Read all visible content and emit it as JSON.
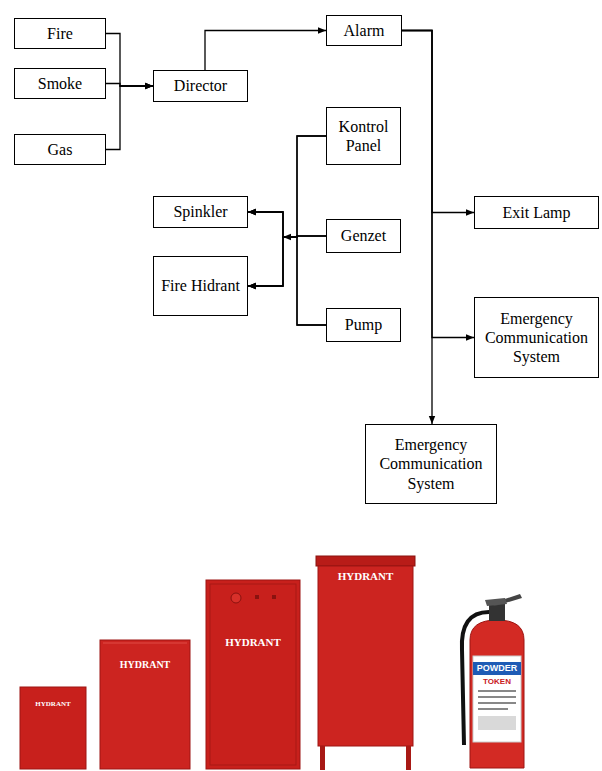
{
  "diagram": {
    "nodes": [
      {
        "text": [
          "Fire"
        ]
      },
      {
        "text": [
          "Smoke"
        ]
      },
      {
        "text": [
          "Gas"
        ]
      },
      {
        "text": [
          "Director"
        ]
      },
      {
        "text": [
          "Alarm"
        ]
      },
      {
        "text": [
          "Kontrol Panel"
        ]
      },
      {
        "text": [
          "Spinkler"
        ]
      },
      {
        "text": [
          "Genzet"
        ]
      },
      {
        "text": [
          "Fire Hidrant"
        ]
      },
      {
        "text": [
          "Pump"
        ]
      },
      {
        "text": [
          "Exit Lamp"
        ]
      },
      {
        "text": [
          "Emergency Communication System"
        ]
      },
      {
        "text": [
          "Emergency Communication System"
        ]
      }
    ],
    "edges": [
      {
        "from": 0,
        "to": 3,
        "arrow": "to"
      },
      {
        "from": 1,
        "to": 3,
        "arrow": "to"
      },
      {
        "from": 2,
        "to": 3,
        "arrow": "to"
      },
      {
        "from": 3,
        "to": 4,
        "arrow": "to"
      },
      {
        "from": 4,
        "to": 10,
        "arrow": "to"
      },
      {
        "from": 4,
        "to": 11,
        "arrow": "to"
      },
      {
        "from": 4,
        "to": 12,
        "arrow": "to"
      },
      {
        "from": 5,
        "to": 6,
        "arrow": "to"
      },
      {
        "from": 5,
        "to": 8,
        "arrow": "to"
      },
      {
        "from": 7,
        "to": 6,
        "arrow": "to"
      },
      {
        "from": 7,
        "to": 8,
        "arrow": "to"
      },
      {
        "from": 9,
        "to": 6,
        "arrow": "to"
      },
      {
        "from": 9,
        "to": 8,
        "arrow": "to"
      }
    ],
    "labels": [
      "HYDRANT",
      "HYDRANT",
      "HYDRANT",
      "HYDRANT",
      "POWDER",
      "TOKEN"
    ]
  }
}
